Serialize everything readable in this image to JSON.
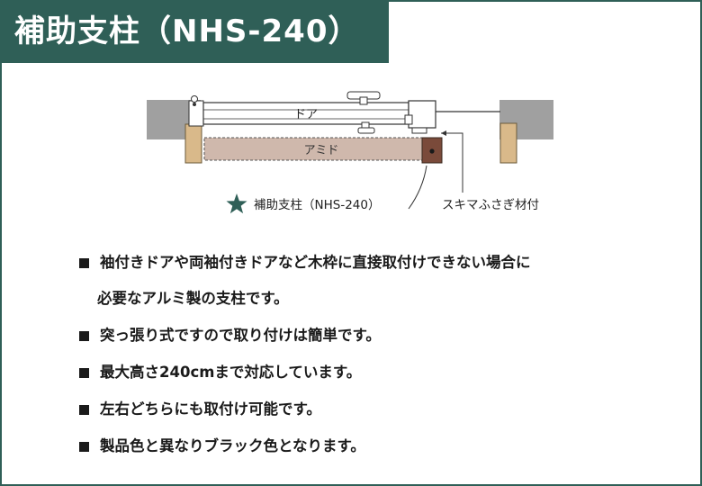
{
  "title": "補助支柱（NHS-240）",
  "diagram": {
    "door_label": "ドア",
    "screen_label": "アミド",
    "post_callout": "補助支柱（NHS-240）",
    "seal_callout": "スキマふさぎ材付",
    "star_color": "#2f5f57",
    "post_color": "#7a4a3a"
  },
  "bullets": [
    {
      "line1": "袖付きドアや両袖付きドアなど木枠に直接取付けできない場合に",
      "line2": "必要なアルミ製の支柱です。"
    },
    {
      "line1": "突っ張り式ですので取り付けは簡単です。"
    },
    {
      "line1": "最大高さ240cmまで対応しています。"
    },
    {
      "line1": "左右どちらにも取付け可能です。"
    },
    {
      "line1": "製品色と異なりブラック色となります。"
    }
  ],
  "colors": {
    "accent": "#2f5f57",
    "frame": "#2f5f57"
  }
}
